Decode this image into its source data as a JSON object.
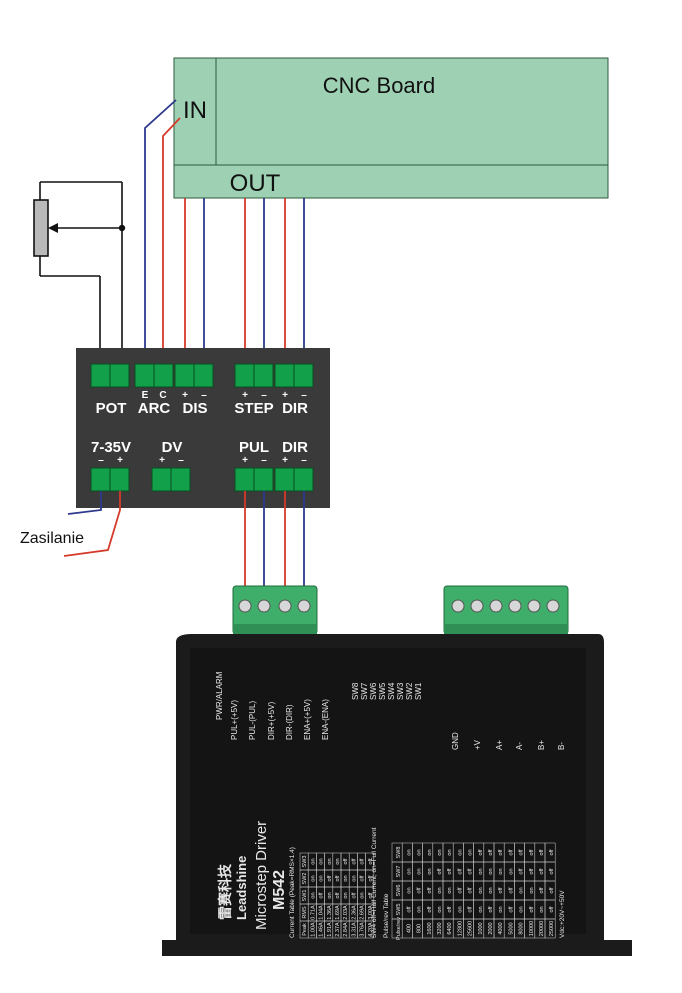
{
  "cnc": {
    "title": "CNC Board",
    "in": "IN",
    "out": "OUT"
  },
  "module": {
    "top_groups": [
      "POT",
      "ARC",
      "DIS",
      "STEP",
      "DIR"
    ],
    "arc_pins": [
      "E",
      "C"
    ],
    "dis_pins": [
      "+",
      "–"
    ],
    "step_pins": [
      "+",
      "–"
    ],
    "dir_pins": [
      "+",
      "–"
    ],
    "bottom_groups": [
      "7-35V",
      "DV",
      "PUL",
      "DIR"
    ],
    "pwr_pins": [
      "–",
      "+"
    ],
    "dv_pins": [
      "+",
      "–"
    ],
    "pul_pins": [
      "+",
      "–"
    ],
    "dir2_pins": [
      "+",
      "–"
    ]
  },
  "supply_label": "Zasilanie",
  "driver": {
    "brand": "Leadshine",
    "brand_cn": "雷赛科技",
    "title": "Microstep Driver",
    "model": "M542",
    "pwr_alarm": "PWR/ALARM",
    "signal_labels": [
      "PUL+(+5V)",
      "PUL-(PUL)",
      "DIR+(+5V)",
      "DIR-(DIR)",
      "ENA+(+5V)",
      "ENA-(ENA)"
    ],
    "switch_labels": [
      "SW8",
      "SW7",
      "SW6",
      "SW5",
      "SW4",
      "SW3",
      "SW2",
      "SW1"
    ],
    "power_labels": [
      "GND",
      "+V",
      "A+",
      "A-",
      "B+",
      "B-"
    ],
    "current_table_title": "Current Table (Peak=RMS×1.4)",
    "current_headers": [
      "Peak",
      "RMS",
      "SW1",
      "SW2",
      "SW3"
    ],
    "current_rows": [
      [
        "1.00A",
        "0.71A",
        "on",
        "on",
        "on"
      ],
      [
        "1.46A",
        "1.04A",
        "off",
        "on",
        "on"
      ],
      [
        "1.91A",
        "1.36A",
        "on",
        "off",
        "on"
      ],
      [
        "2.37A",
        "1.69A",
        "off",
        "off",
        "on"
      ],
      [
        "2.84A",
        "2.03A",
        "on",
        "on",
        "off"
      ],
      [
        "3.31A",
        "2.36A",
        "off",
        "on",
        "off"
      ],
      [
        "3.76A",
        "2.69A",
        "on",
        "off",
        "off"
      ],
      [
        "4.20A",
        "3.00A",
        "off",
        "off",
        "off"
      ]
    ],
    "sw4_note": "SW4 off=Half Current; on=Full Current",
    "pulse_table_title": "Pulse/rev Table",
    "pulse_headers": [
      "Pulse/rev",
      "SW5",
      "SW6",
      "SW7",
      "SW8"
    ],
    "pulse_rows": [
      [
        "400",
        "off",
        "on",
        "on",
        "on"
      ],
      [
        "800",
        "on",
        "off",
        "on",
        "on"
      ],
      [
        "1600",
        "off",
        "off",
        "on",
        "on"
      ],
      [
        "3200",
        "on",
        "on",
        "off",
        "on"
      ],
      [
        "6400",
        "off",
        "on",
        "off",
        "on"
      ],
      [
        "12800",
        "on",
        "off",
        "off",
        "on"
      ],
      [
        "25600",
        "off",
        "off",
        "off",
        "on"
      ],
      [
        "1000",
        "on",
        "on",
        "on",
        "off"
      ],
      [
        "2000",
        "off",
        "on",
        "on",
        "off"
      ],
      [
        "4000",
        "on",
        "off",
        "on",
        "off"
      ],
      [
        "5000",
        "off",
        "off",
        "on",
        "off"
      ],
      [
        "8000",
        "on",
        "on",
        "off",
        "off"
      ],
      [
        "10000",
        "off",
        "on",
        "off",
        "off"
      ],
      [
        "20000",
        "on",
        "off",
        "off",
        "off"
      ],
      [
        "25000",
        "off",
        "off",
        "off",
        "off"
      ]
    ],
    "vdc_note": "Vdc:+20V~+50V"
  },
  "colors": {
    "cnc_board": "#9ed1b3",
    "module_body": "#3a3a3a",
    "terminal_green": "#12a14a",
    "wire_red": "#d63a2a",
    "wire_blue": "#2e3a8c",
    "wire_black": "#111111",
    "driver_body": "#1b1b1b",
    "connector_green": "#3fae6a"
  }
}
